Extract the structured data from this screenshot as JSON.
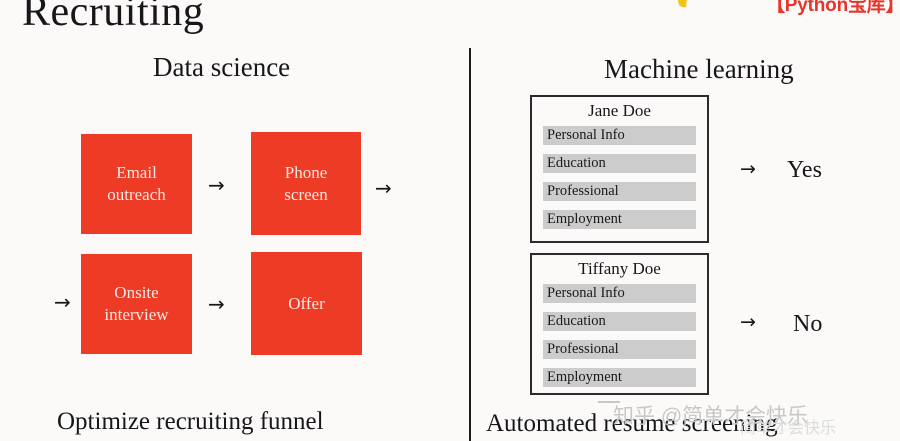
{
  "slide": {
    "title": "Recruiting"
  },
  "top_banner": {
    "python_logo_icon": "python-logo-icon",
    "brand_text": "【Python宝库】",
    "brand_color": "#e8342a"
  },
  "left_panel": {
    "heading": "Data science",
    "caption": "Optimize recruiting funnel",
    "box_color": "#ee3b26",
    "box_text_color": "#fbe9e2",
    "boxes": [
      {
        "line1": "Email",
        "line2": "outreach"
      },
      {
        "line1": "Phone",
        "line2": "screen"
      },
      {
        "line1": "Onsite",
        "line2": "interview"
      },
      {
        "line1": "Offer",
        "line2": ""
      }
    ],
    "arrow_glyph": "→"
  },
  "right_panel": {
    "heading": "Machine learning",
    "caption": "Automated resume screening",
    "arrow_glyph": "→",
    "row_color": "#cccccc",
    "cards": [
      {
        "name": "Jane Doe",
        "rows": [
          "Personal Info",
          "Education",
          "Professional",
          "Employment"
        ],
        "verdict": "Yes"
      },
      {
        "name": "Tiffany Doe",
        "rows": [
          "Personal Info",
          "Education",
          "Professional",
          "Employment"
        ],
        "verdict": "No"
      }
    ]
  },
  "watermark": {
    "primary": "知乎 @简单才会快乐",
    "secondary": "简单才会快乐",
    "color": "#c8c8c8"
  }
}
